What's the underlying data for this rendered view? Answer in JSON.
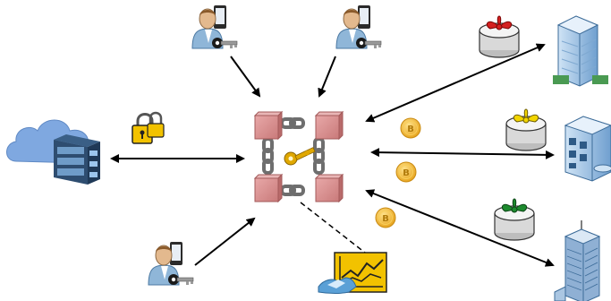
{
  "diagram": {
    "nodes": [
      {
        "id": "cloud-storage",
        "icon": "cloud-server-icon"
      },
      {
        "id": "lock",
        "icon": "padlock-icon"
      },
      {
        "id": "blockchain-core",
        "icon": "blockchain-chain-icon"
      },
      {
        "id": "user-top-left",
        "icon": "user-phone-key-icon"
      },
      {
        "id": "user-top-right",
        "icon": "user-phone-key-icon"
      },
      {
        "id": "user-bottom-left",
        "icon": "user-phone-key-icon"
      },
      {
        "id": "trading-deal",
        "icon": "chart-handshake-icon"
      },
      {
        "id": "gift-red",
        "icon": "gift-box-icon",
        "bow_color": "#d42020"
      },
      {
        "id": "gift-yellow",
        "icon": "gift-box-icon",
        "bow_color": "#f2d500"
      },
      {
        "id": "gift-green",
        "icon": "gift-box-icon",
        "bow_color": "#1d8a2e"
      },
      {
        "id": "building-top",
        "icon": "office-building-icon"
      },
      {
        "id": "building-middle",
        "icon": "office-building-icon"
      },
      {
        "id": "building-bottom",
        "icon": "skyscraper-icon"
      }
    ],
    "coin_symbol": "B",
    "colors": {
      "block": "#d98f8f",
      "chain": "#7a7a7a",
      "key": "#e0a800",
      "coin": "#f2b632",
      "arrow": "#000000",
      "cloud": "#7fa8e0",
      "chart_bg": "#f2c200"
    }
  }
}
